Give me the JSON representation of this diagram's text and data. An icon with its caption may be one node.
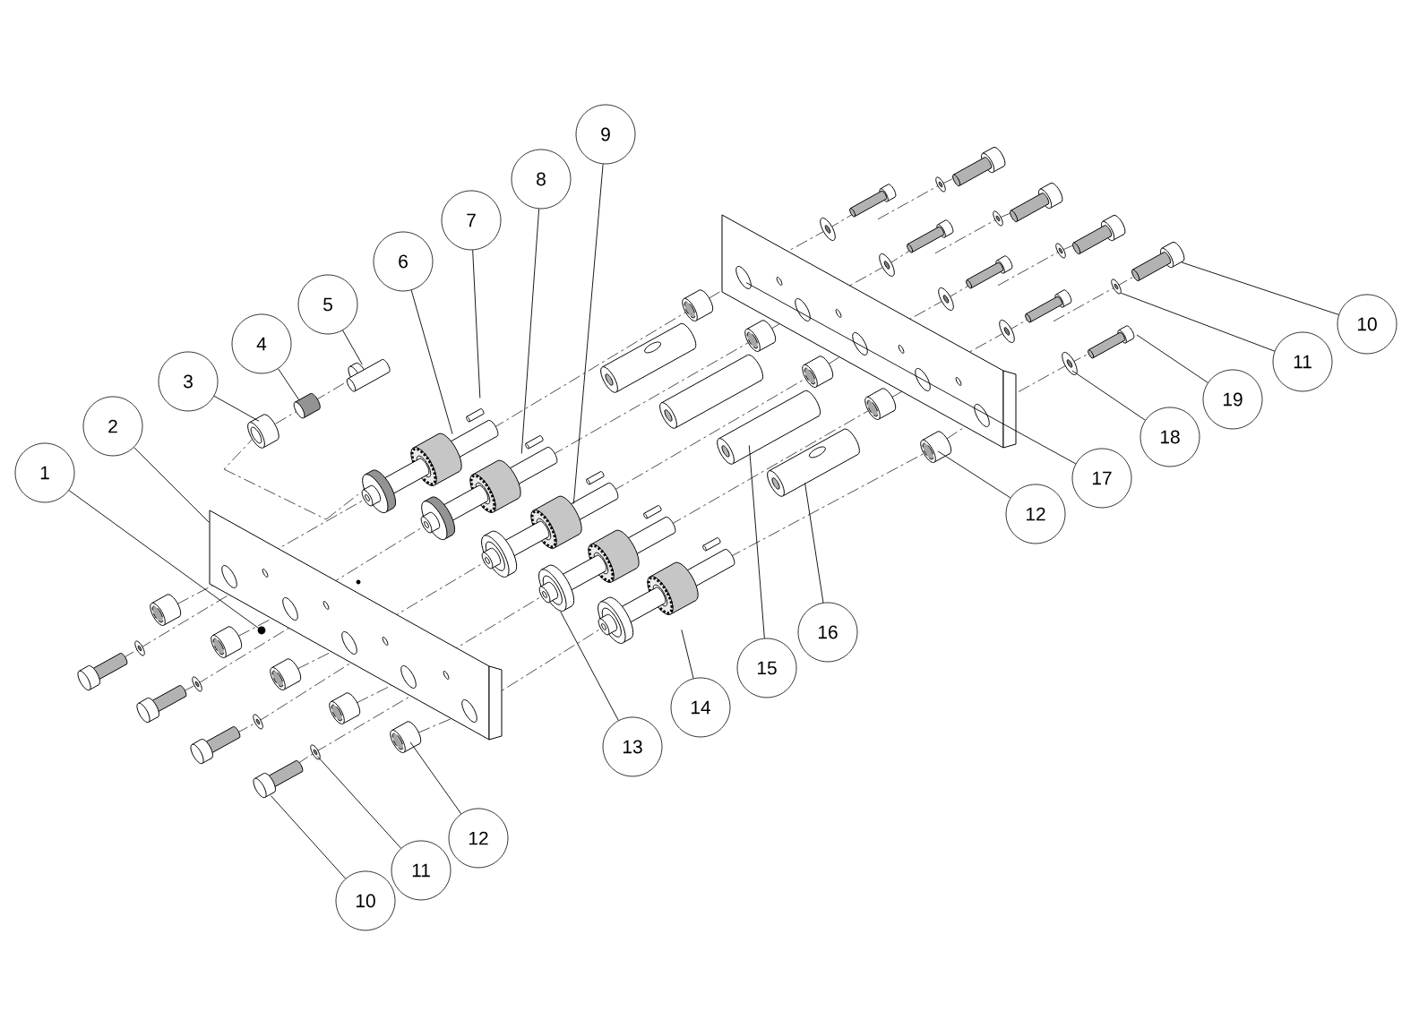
{
  "diagram": {
    "nodes": [
      {
        "text": [
          "1"
        ]
      },
      {
        "text": [
          "2"
        ]
      },
      {
        "text": [
          "3"
        ]
      },
      {
        "text": [
          "4"
        ]
      },
      {
        "text": [
          "5"
        ]
      },
      {
        "text": [
          "6"
        ]
      },
      {
        "text": [
          "7"
        ]
      },
      {
        "text": [
          "8"
        ]
      },
      {
        "text": [
          "9"
        ]
      },
      {
        "text": [
          "10"
        ]
      },
      {
        "text": [
          "11"
        ]
      },
      {
        "text": [
          "12"
        ]
      },
      {
        "text": [
          "13"
        ]
      },
      {
        "text": [
          "14"
        ]
      },
      {
        "text": [
          "15"
        ]
      },
      {
        "text": [
          "16"
        ]
      },
      {
        "text": [
          "12"
        ]
      },
      {
        "text": [
          "17"
        ]
      },
      {
        "text": [
          "18"
        ]
      },
      {
        "text": [
          "19"
        ]
      },
      {
        "text": [
          "11"
        ]
      },
      {
        "text": [
          "10"
        ]
      },
      {
        "text": [],
        "shape": "picture"
      },
      {
        "text": [],
        "shape": "picture"
      },
      {
        "text": [],
        "shape": "picture"
      },
      {
        "text": [],
        "shape": "picture"
      },
      {
        "text": [],
        "shape": "picture"
      },
      {
        "text": [],
        "shape": "picture"
      },
      {
        "text": [],
        "shape": "picture"
      },
      {
        "text": [],
        "shape": "picture"
      },
      {
        "text": [],
        "shape": "picture"
      },
      {
        "text": [],
        "shape": "picture"
      },
      {
        "text": [],
        "shape": "picture"
      },
      {
        "text": [],
        "shape": "picture"
      },
      {
        "text": [],
        "shape": "picture"
      },
      {
        "text": [],
        "shape": "picture"
      },
      {
        "text": [],
        "shape": "picture"
      },
      {
        "text": [],
        "shape": "picture"
      },
      {
        "text": [],
        "shape": "picture"
      },
      {
        "text": [],
        "shape": "picture"
      },
      {
        "text": [],
        "shape": "picture"
      },
      {
        "text": [],
        "shape": "picture"
      },
      {
        "text": [],
        "shape": "picture"
      },
      {
        "text": [],
        "shape": "picture"
      },
      {
        "text": [],
        "shape": "picture"
      },
      {
        "text": [],
        "shape": "picture"
      },
      {
        "text": [],
        "shape": "picture"
      },
      {
        "text": [],
        "shape": "picture"
      },
      {
        "text": [],
        "shape": "picture"
      },
      {
        "text": [],
        "shape": "picture"
      },
      {
        "text": [],
        "shape": "picture"
      },
      {
        "text": [],
        "shape": "picture"
      },
      {
        "text": [],
        "shape": "picture"
      },
      {
        "text": [],
        "shape": "picture"
      },
      {
        "text": [],
        "shape": "picture"
      },
      {
        "text": [],
        "shape": "picture"
      },
      {
        "text": [],
        "shape": "picture"
      },
      {
        "text": [],
        "shape": "picture"
      },
      {
        "text": [],
        "shape": "picture"
      },
      {
        "text": [],
        "shape": "picture"
      },
      {
        "text": [],
        "shape": "picture"
      },
      {
        "text": [],
        "shape": "picture"
      },
      {
        "text": [],
        "shape": "picture"
      },
      {
        "text": [],
        "shape": "picture"
      },
      {
        "text": [],
        "shape": "picture"
      },
      {
        "text": [],
        "shape": "picture"
      },
      {
        "text": [],
        "shape": "picture"
      },
      {
        "text": [],
        "shape": "picture"
      },
      {
        "text": [],
        "shape": "picture"
      },
      {
        "text": [],
        "shape": "picture"
      },
      {
        "text": [],
        "shape": "picture"
      },
      {
        "text": [],
        "shape": "picture"
      },
      {
        "text": [],
        "shape": "picture"
      },
      {
        "text": [],
        "shape": "picture"
      },
      {
        "text": [],
        "shape": "picture"
      },
      {
        "text": [],
        "shape": "picture"
      },
      {
        "text": [],
        "shape": "picture"
      },
      {
        "text": [],
        "shape": "picture"
      }
    ],
    "edges": [
      {
        "from": 0,
        "to": 64,
        "arrow": "none"
      },
      {
        "from": 1,
        "to": 63,
        "arrow": "none"
      },
      {
        "from": 2,
        "to": 60,
        "arrow": "none"
      },
      {
        "from": 3,
        "to": 61,
        "arrow": "none"
      },
      {
        "from": 4,
        "to": 62,
        "arrow": "none"
      },
      {
        "from": 5,
        "to": 51,
        "arrow": "none"
      },
      {
        "from": 6,
        "to": 50,
        "arrow": "none"
      },
      {
        "from": 7,
        "to": 53,
        "arrow": "none"
      },
      {
        "from": 8,
        "to": 55,
        "arrow": "none"
      },
      {
        "from": 9,
        "to": 77,
        "arrow": "none"
      },
      {
        "from": 10,
        "to": 76,
        "arrow": "none"
      },
      {
        "from": 11,
        "to": 69,
        "arrow": "none"
      },
      {
        "from": 12,
        "to": 57,
        "arrow": "none"
      },
      {
        "from": 13,
        "to": 59,
        "arrow": "none"
      },
      {
        "from": 14,
        "to": 48,
        "arrow": "none"
      },
      {
        "from": 15,
        "to": 49,
        "arrow": "none"
      },
      {
        "from": 16,
        "to": 45,
        "arrow": "none"
      },
      {
        "from": 17,
        "to": 40,
        "arrow": "none"
      },
      {
        "from": 18,
        "to": 39,
        "arrow": "none"
      },
      {
        "from": 19,
        "to": 38,
        "arrow": "none"
      },
      {
        "from": 20,
        "to": 29,
        "arrow": "none"
      },
      {
        "from": 21,
        "to": 28,
        "arrow": "none"
      }
    ]
  }
}
